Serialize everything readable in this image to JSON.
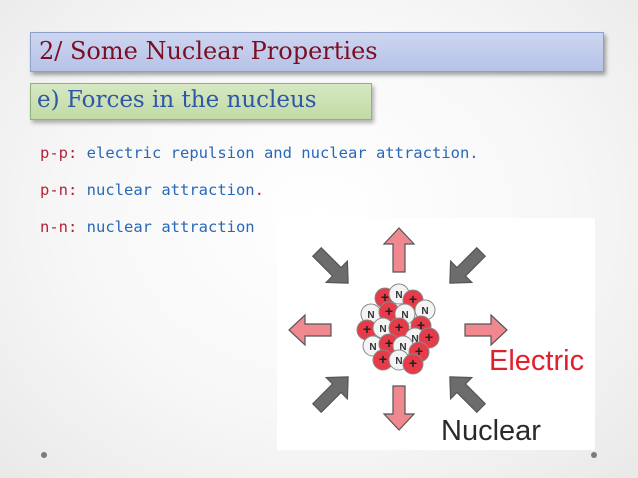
{
  "slide": {
    "title": "2/ Some Nuclear Properties",
    "subtitle": "e) Forces in the nucleus",
    "lines": [
      {
        "key": "p-p:",
        "text": "electric repulsion and nuclear attraction."
      },
      {
        "key": "p-n:",
        "text": "nuclear attraction",
        "suffix": "."
      },
      {
        "key": "n-n:",
        "text": "nuclear attraction"
      }
    ]
  },
  "illustration": {
    "electric_label": "Electric",
    "nuclear_label": "Nuclear",
    "neutron_symbol": "N",
    "proton_symbol": "+",
    "colors": {
      "electric_arrow": "#f08890",
      "nuclear_arrow": "#6c6c6c",
      "electric_text": "#e0202c",
      "nuclear_text": "#2a2a2a",
      "proton": "#e83b4a",
      "neutron": "#f4f4f4"
    }
  }
}
